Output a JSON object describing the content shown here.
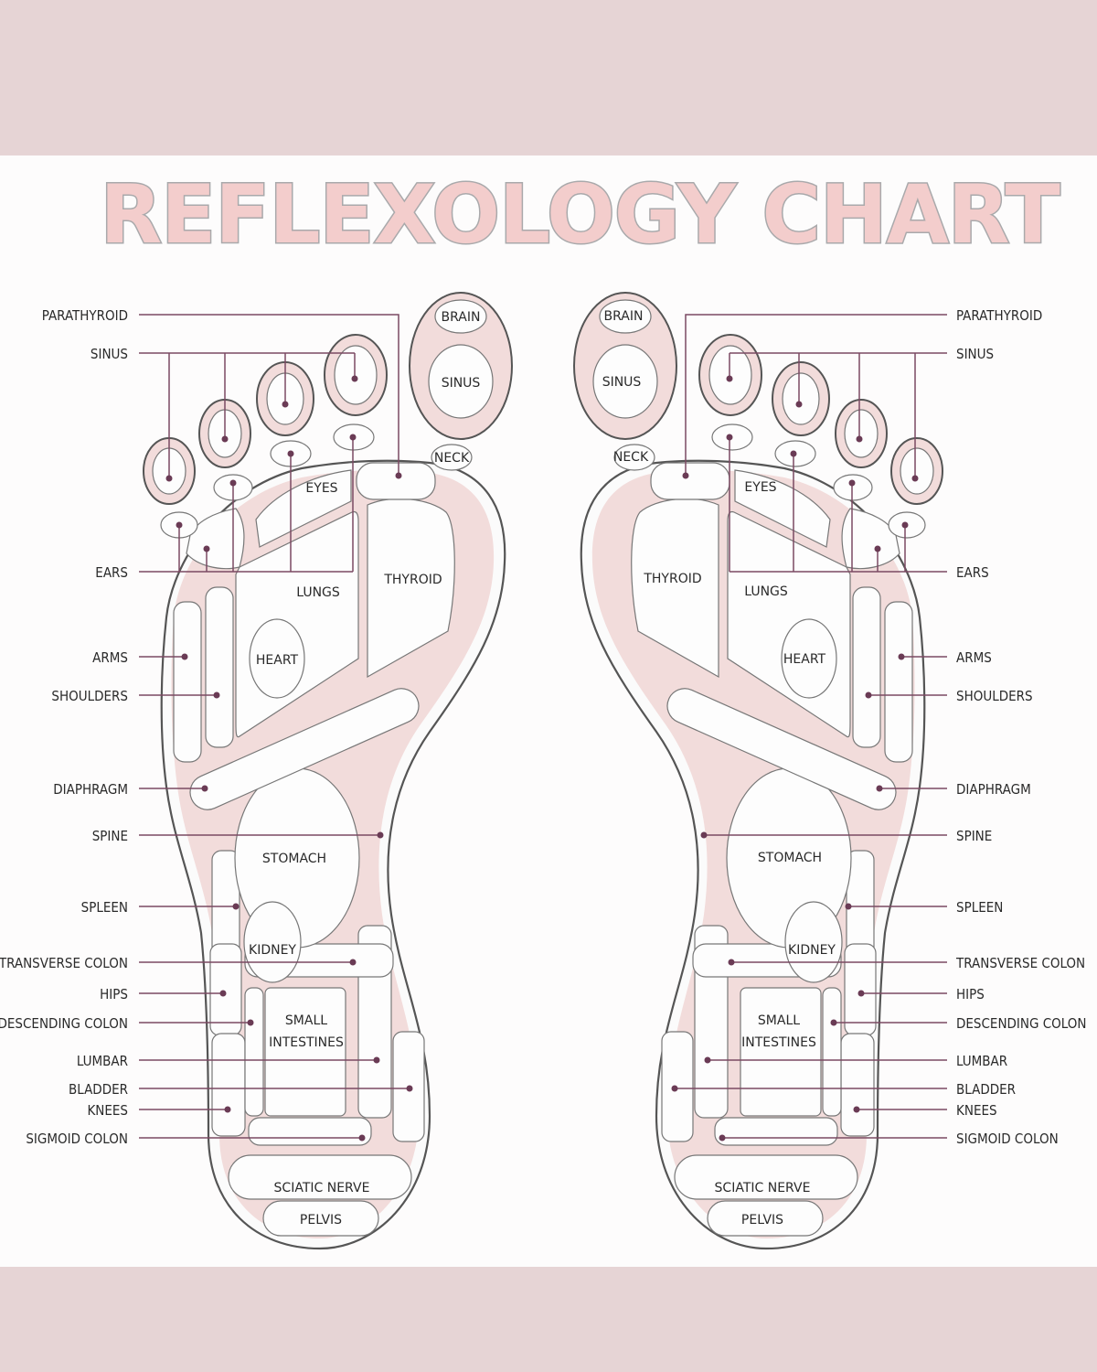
{
  "title": "REFLEXOLOGY CHART",
  "colors": {
    "band": "#e6d4d5",
    "panel": "#fdfcfc",
    "pink_fill": "#f2dcdb",
    "leader_line": "#7b4a63",
    "title_fill": "#f3cdcc",
    "title_outline": "#a9a9ab"
  },
  "labels": {
    "parathyroid": "PARATHYROID",
    "sinus": "SINUS",
    "ears": "EARS",
    "arms": "ARMS",
    "shoulders": "SHOULDERS",
    "diaphragm": "DIAPHRAGM",
    "spine": "SPINE",
    "spleen": "SPLEEN",
    "transverse_colon": "TRANSVERSE COLON",
    "hips": "HIPS",
    "descending_colon": "DESCENDING COLON",
    "lumbar": "LUMBAR",
    "bladder": "BLADDER",
    "knees": "KNEES",
    "sigmoid_colon": "SIGMOID COLON"
  },
  "zones": {
    "brain": "BRAIN",
    "sinus": "SINUS",
    "neck": "NECK",
    "eyes": "EYES",
    "thyroid": "THYROID",
    "lungs": "LUNGS",
    "heart": "HEART",
    "stomach": "STOMACH",
    "kidney": "KIDNEY",
    "small_intestines_1": "SMALL",
    "small_intestines_2": "INTESTINES",
    "sciatic_nerve": "SCIATIC NERVE",
    "pelvis": "PELVIS"
  }
}
